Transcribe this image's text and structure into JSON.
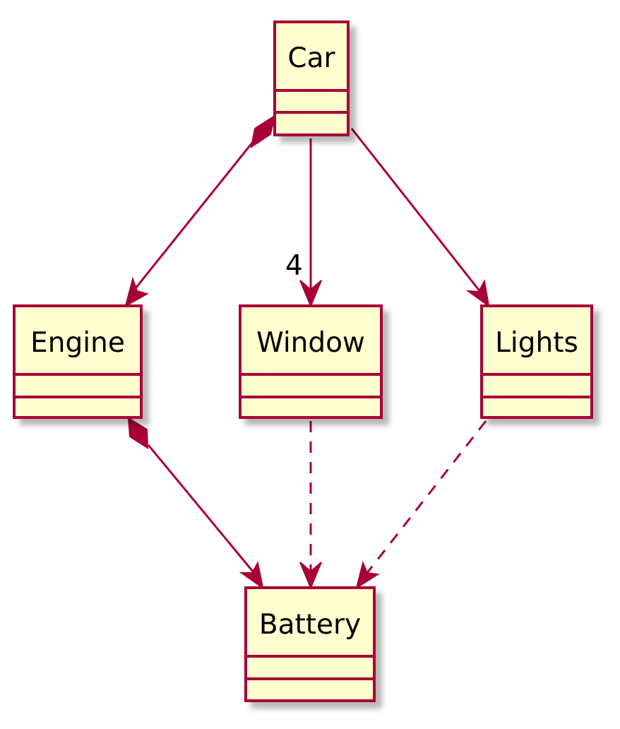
{
  "colors": {
    "class_fill": "#FEFECE",
    "class_border": "#A80036",
    "edge": "#A80036",
    "shadow": "#C8C8C8",
    "text": "#000000"
  },
  "classes": {
    "car": "Car",
    "engine": "Engine",
    "window": "Window",
    "lights": "Lights",
    "battery": "Battery"
  },
  "relations": [
    {
      "from": "Car",
      "to": "Engine",
      "kind": "composition"
    },
    {
      "from": "Car",
      "to": "Window",
      "kind": "association",
      "multiplicity": "4"
    },
    {
      "from": "Car",
      "to": "Lights",
      "kind": "association"
    },
    {
      "from": "Engine",
      "to": "Battery",
      "kind": "composition"
    },
    {
      "from": "Window",
      "to": "Battery",
      "kind": "dependency"
    },
    {
      "from": "Lights",
      "to": "Battery",
      "kind": "dependency"
    }
  ],
  "labels": {
    "window_multiplicity": "4"
  }
}
